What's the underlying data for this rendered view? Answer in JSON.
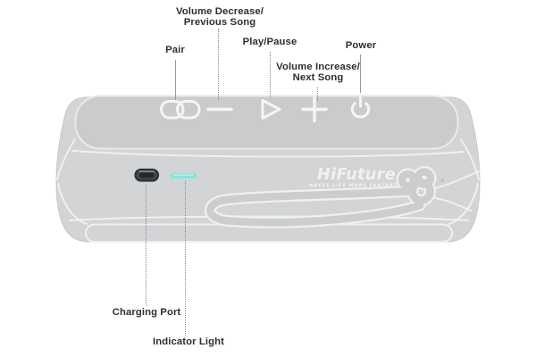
{
  "diagram_title": "speaker-controls-callout-diagram",
  "labels": {
    "volume_decrease": [
      "Volume Decrease/",
      "Previous Song"
    ],
    "pair": "Pair",
    "play_pause": "Play/Pause",
    "volume_increase": [
      "Volume Increase/",
      "Next Song"
    ],
    "power": "Power",
    "charging_port": "Charging Port",
    "indicator_light": "Indicator Light"
  },
  "device": {
    "brand": "HiFuture",
    "tagline": "MAKES LIFE MORE FANTASTIC"
  },
  "icons": {
    "pair": "link-icon",
    "volume_decrease": "minus-icon",
    "play_pause": "play-icon",
    "volume_increase": "plus-icon",
    "power": "power-icon",
    "charging_port": "usb-c-port",
    "indicator_light": "led-bar"
  },
  "colors": {
    "background": "#ffffff",
    "body": "#d3d4d6",
    "top_panel": "#c9cbcd",
    "contour_line": "#eef0f1",
    "button_icon": "#f4f5f6",
    "indicator_light": "#7be7e0",
    "charging_port_dark": "#3a3e41",
    "label_text": "#2e2e2e",
    "leader_line": "#8e9193",
    "logo": "#eff1f2"
  }
}
